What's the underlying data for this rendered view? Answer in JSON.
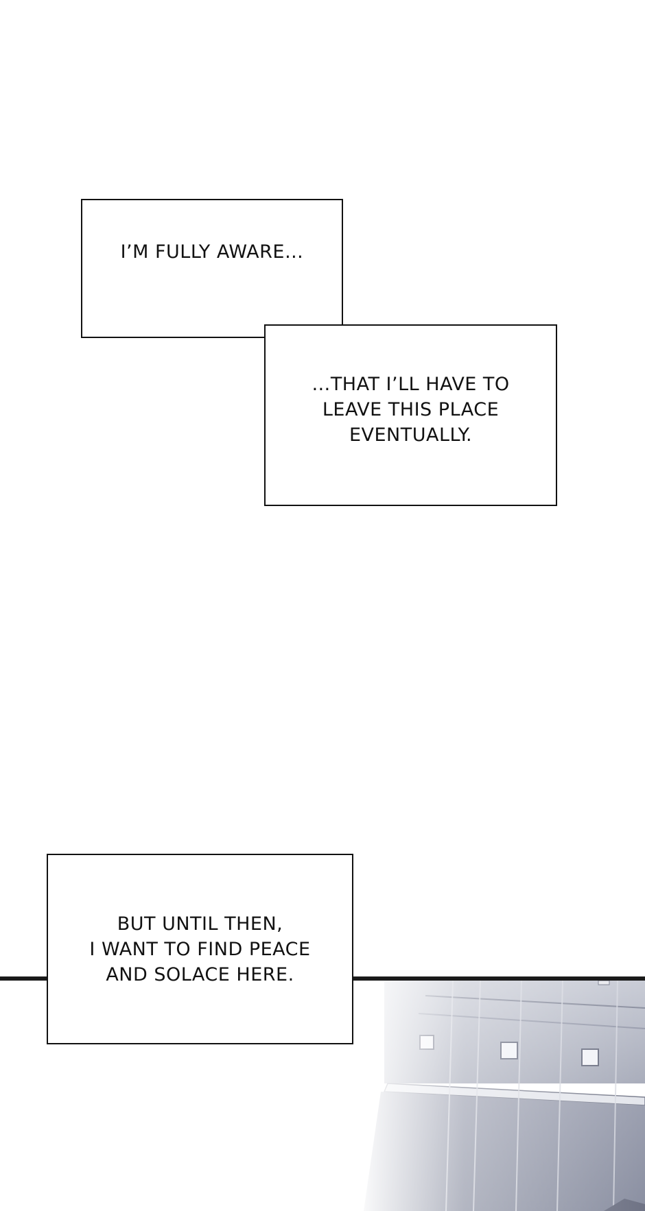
{
  "captions": [
    {
      "text": "I’M FULLY AWARE…"
    },
    {
      "text": "…THAT I’LL HAVE TO\nLEAVE THIS PLACE\nEVENTUALLY."
    },
    {
      "text": "BUT UNTIL THEN,\nI WANT TO FIND PEACE\nAND SOLACE HERE."
    }
  ],
  "colors": {
    "ink": "#111111",
    "background": "#ffffff",
    "building_tint": "#b9bcc8"
  }
}
